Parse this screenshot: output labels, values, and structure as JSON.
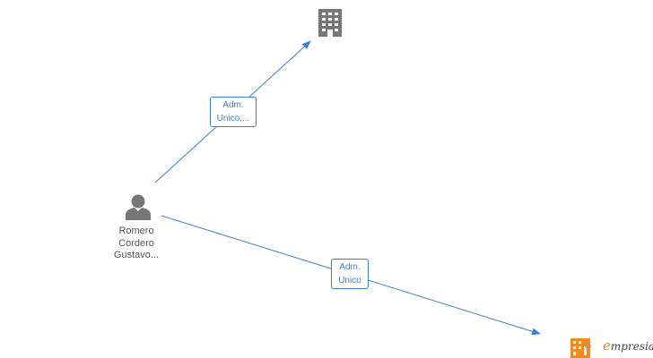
{
  "nodes": {
    "company": {
      "icon": "building-icon"
    },
    "person": {
      "icon": "person-icon",
      "name_lines": [
        "Romero",
        "Cordero",
        "Gustavo..."
      ]
    }
  },
  "edges": [
    {
      "from": "person",
      "to": "company",
      "label_lines": [
        "Adm.",
        "Unico,..."
      ]
    },
    {
      "from": "person",
      "to": "offscreen-company",
      "label_lines": [
        "Adm.",
        "Unico"
      ]
    }
  ],
  "colors": {
    "edge": "#3a7fd5",
    "icon": "#777777",
    "brand_accent": "#f28a1e"
  },
  "branding": {
    "copyright": "©",
    "name_initial": "e",
    "name_rest": "mpresia",
    "logo_icon": "empresia-logo-icon"
  }
}
